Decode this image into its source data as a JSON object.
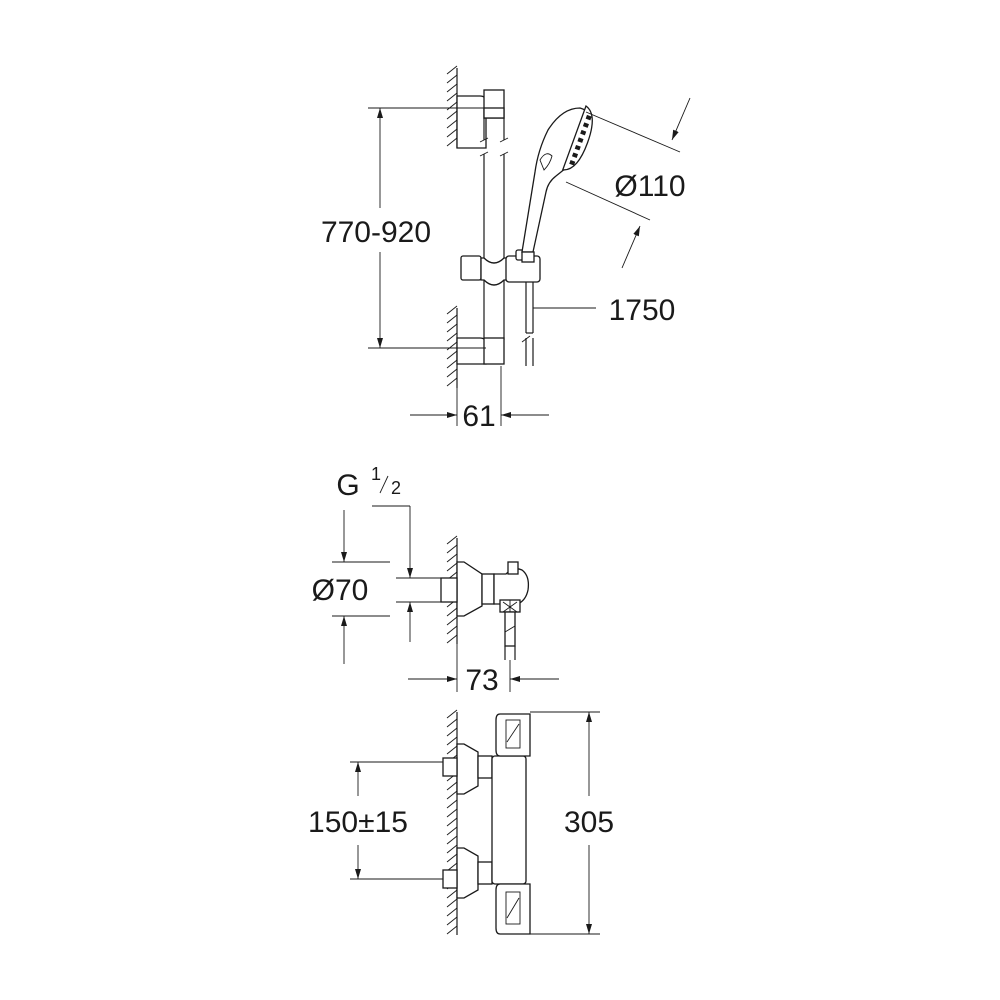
{
  "drawing": {
    "shower_set": {
      "height_range": "770-920",
      "head_diameter": "Ø110",
      "hose_length": "1750",
      "rail_depth": "61"
    },
    "valve_side": {
      "thread_main": "G",
      "thread_num": "1",
      "thread_den": "2",
      "escutcheon_diameter": "Ø70",
      "projection": "73"
    },
    "valve_front": {
      "inlet_spacing": "150±15",
      "body_height": "305"
    }
  },
  "colors": {
    "line": "#1a1a1a",
    "background": "#ffffff"
  }
}
